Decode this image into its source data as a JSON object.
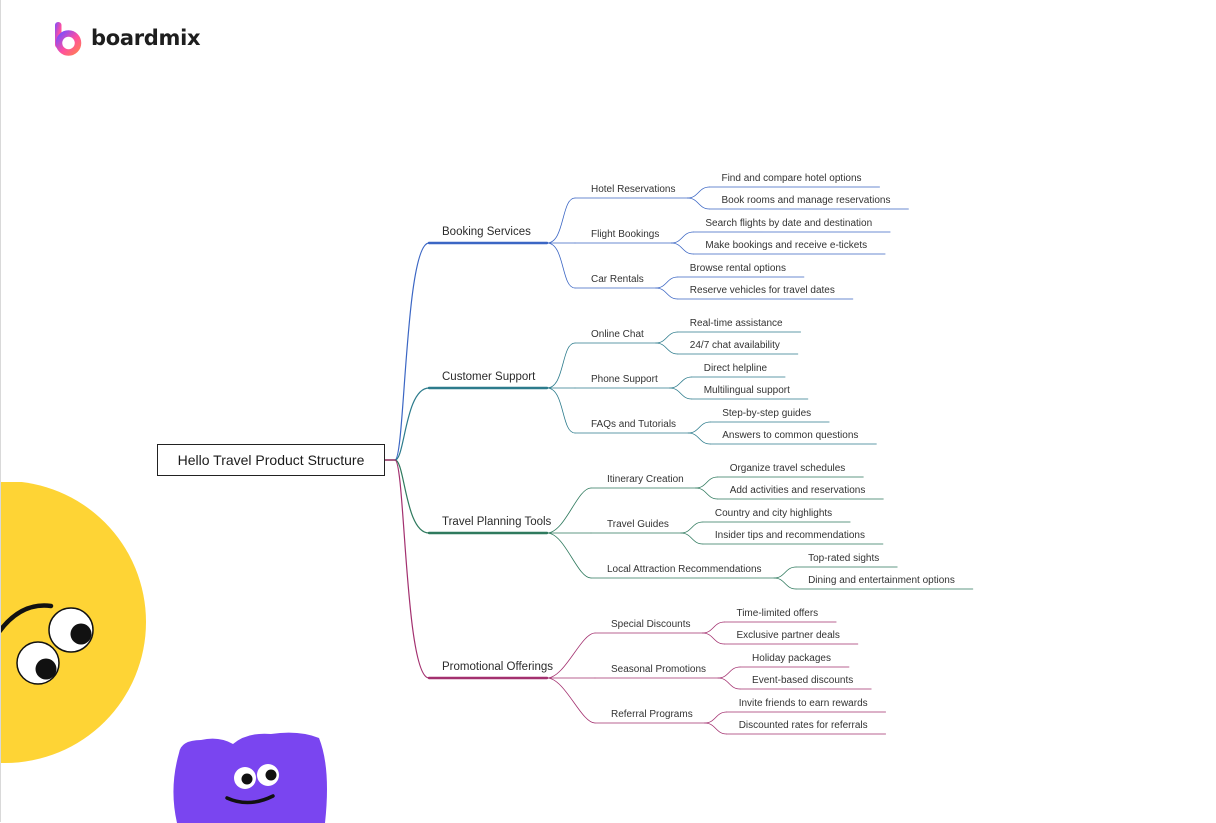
{
  "app": {
    "brand": "boardmix"
  },
  "mindmap": {
    "root": "Hello Travel Product Structure",
    "branches": [
      {
        "label": "Booking Services",
        "color": "#3b66c4",
        "children": [
          {
            "label": "Hotel Reservations",
            "leaves": [
              "Find and compare hotel options",
              "Book rooms and manage reservations"
            ]
          },
          {
            "label": "Flight Bookings",
            "leaves": [
              "Search flights by date and destination",
              "Make bookings and receive e-tickets"
            ]
          },
          {
            "label": "Car Rentals",
            "leaves": [
              "Browse rental options",
              "Reserve vehicles for travel dates"
            ]
          }
        ]
      },
      {
        "label": "Customer Support",
        "color": "#2c7b8c",
        "children": [
          {
            "label": "Online Chat",
            "leaves": [
              "Real-time assistance",
              "24/7 chat availability"
            ]
          },
          {
            "label": "Phone Support",
            "leaves": [
              "Direct helpline",
              "Multilingual support"
            ]
          },
          {
            "label": "FAQs and Tutorials",
            "leaves": [
              "Step-by-step guides",
              "Answers to common questions"
            ]
          }
        ]
      },
      {
        "label": "Travel Planning Tools",
        "color": "#2f7a5e",
        "children": [
          {
            "label": "Itinerary Creation",
            "leaves": [
              "Organize travel schedules",
              "Add activities and reservations"
            ]
          },
          {
            "label": "Travel Guides",
            "leaves": [
              "Country and city highlights",
              "Insider tips and recommendations"
            ]
          },
          {
            "label": "Local Attraction Recommendations",
            "leaves": [
              "Top-rated sights",
              "Dining and entertainment options"
            ]
          }
        ]
      },
      {
        "label": "Promotional Offerings",
        "color": "#a3306f",
        "children": [
          {
            "label": "Special Discounts",
            "leaves": [
              "Time-limited offers",
              "Exclusive partner deals"
            ]
          },
          {
            "label": "Seasonal Promotions",
            "leaves": [
              "Holiday packages",
              "Event-based discounts"
            ]
          },
          {
            "label": "Referral Programs",
            "leaves": [
              "Invite friends to earn rewards",
              "Discounted rates for referrals"
            ]
          }
        ]
      }
    ]
  }
}
